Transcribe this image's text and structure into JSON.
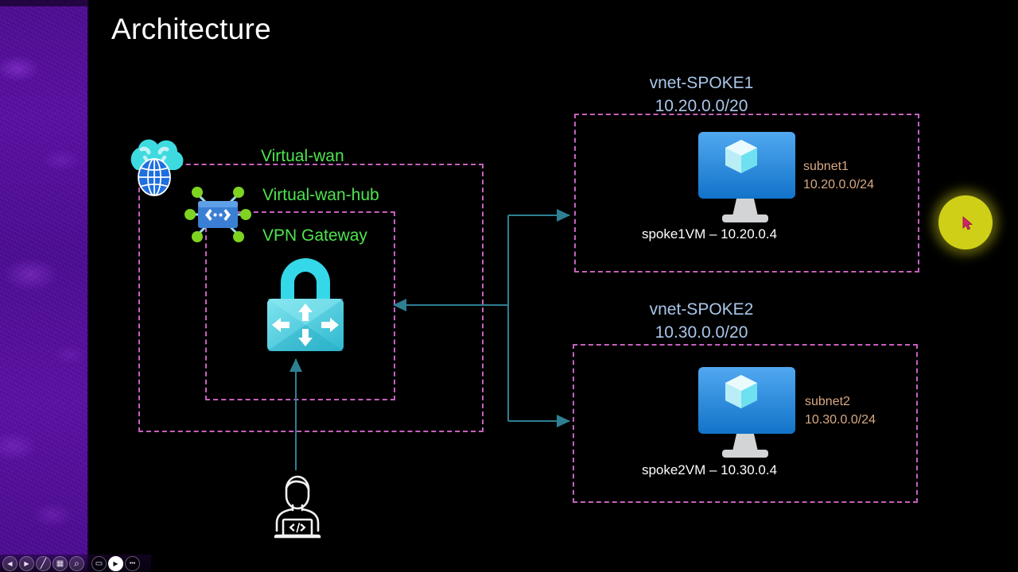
{
  "slide": {
    "title": "Architecture",
    "background_color": "#000000"
  },
  "colors": {
    "group_label_green": "#4ee44e",
    "vnet_label_blue": "#a9c6e8",
    "subnet_label_orange": "#d9a982",
    "dashed_border_magenta": "#c860c0",
    "connector_teal": "#2f7f93",
    "cursor_highlight_yellow": "#cfcf18",
    "sidebar_purple": "#4b0d8e"
  },
  "groups": {
    "virtual_wan": {
      "label": "Virtual-wan"
    },
    "virtual_wan_hub": {
      "label": "Virtual-wan-hub"
    },
    "vpn_gateway": {
      "label": "VPN Gateway"
    }
  },
  "spokes": [
    {
      "vnet_name": "vnet-SPOKE1",
      "vnet_cidr": "10.20.0.0/20",
      "subnet_name": "subnet1",
      "subnet_cidr": "10.20.0.0/24",
      "vm_label": "spoke1VM – 10.20.0.4"
    },
    {
      "vnet_name": "vnet-SPOKE2",
      "vnet_cidr": "10.30.0.0/20",
      "subnet_name": "subnet2",
      "subnet_cidr": "10.30.0.0/24",
      "vm_label": "spoke2VM – 10.30.0.4"
    }
  ],
  "icons": {
    "virtual_wan": "cloud-globe-icon",
    "virtual_wan_hub": "hub-network-icon",
    "vpn_gateway": "padlock-arrows-icon",
    "virtual_machine": "vm-monitor-cube-icon",
    "developer": "developer-laptop-icon",
    "cursor": "mouse-pointer-icon"
  },
  "toolbar": {
    "buttons": [
      {
        "name": "previous-slide-button",
        "glyph": "◀"
      },
      {
        "name": "next-slide-button",
        "glyph": "▶"
      },
      {
        "name": "pen-tool-button",
        "glyph": "╱"
      },
      {
        "name": "slide-grid-button",
        "glyph": "▦"
      },
      {
        "name": "zoom-button",
        "glyph": "⌕"
      },
      {
        "name": "subtitles-button",
        "glyph": "▭"
      },
      {
        "name": "record-video-button",
        "glyph": "▶"
      },
      {
        "name": "more-options-button",
        "glyph": "•••"
      }
    ]
  }
}
